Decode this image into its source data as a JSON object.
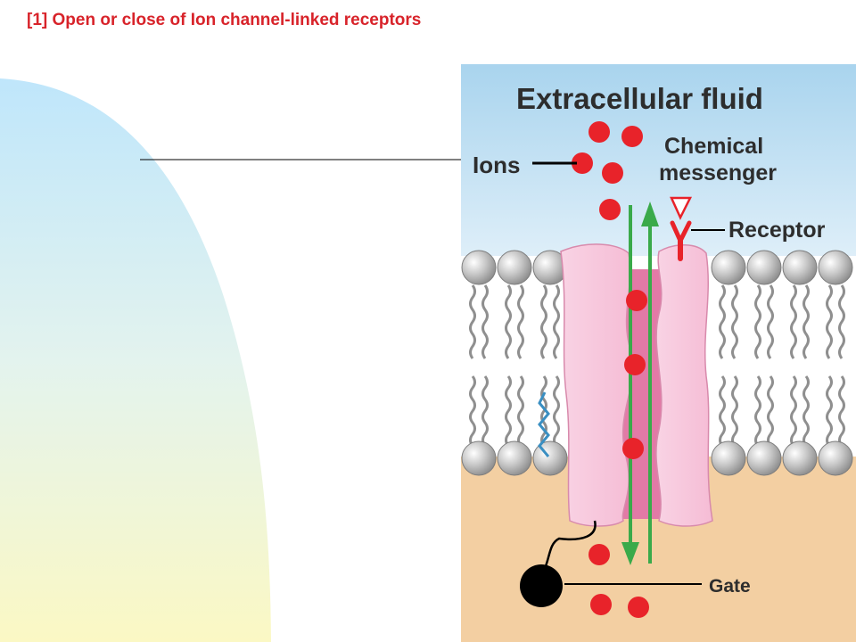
{
  "slide": {
    "title": "[1] Open or close of Ion channel-linked receptors"
  },
  "diagram": {
    "labels": {
      "extracellular": "Extracellular fluid",
      "ions": "Ions",
      "chemical_line1": "Chemical",
      "chemical_line2": "messenger",
      "receptor": "Receptor",
      "gate": "Gate"
    },
    "colors": {
      "ion": "#e8232a",
      "arrow": "#3aaa4a",
      "channel": "#f7c6dc",
      "channel_pore": "#e27aa6",
      "membrane_head": "#bdbdbd",
      "cytoplasm": "#f3cfa2",
      "extracellular_top": "#a9d4ee",
      "receptor": "#e8232a",
      "gate": "#000000"
    },
    "icons": [
      "ion-dot",
      "flux-arrow",
      "receptor-y",
      "gate-ball"
    ]
  }
}
